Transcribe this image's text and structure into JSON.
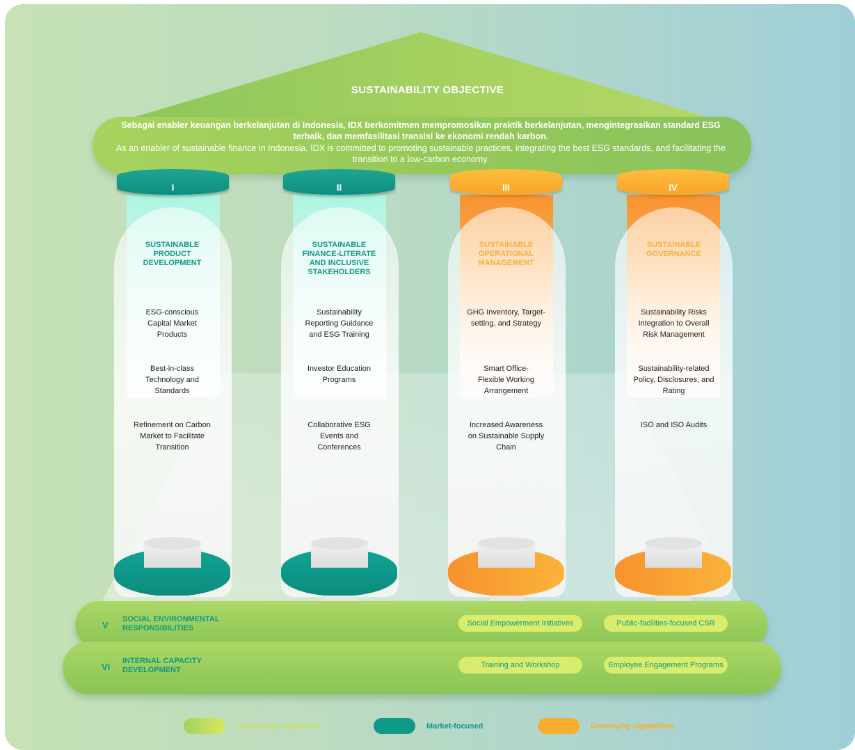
{
  "diagram": {
    "roof_title": "SUSTAINABILITY OBJECTIVE",
    "objective_id": "Sebagai enabler keuangan berkelanjutan di Indonesia, IDX berkomitmen mempromosikan praktik berkelanjutan, mengintegrasikan standard ESG terbaik, dan memfasilitasi transisi ke ekonomi rendah karbon.",
    "objective_en": "As an enabler of sustainable finance in Indonesia, IDX is committed to promoting sustainable practices, integrating the best ESG standards, and facilitating the transition to a low-carbon economy.",
    "pillars": [
      {
        "numeral": "I",
        "title": "SUSTAINABLE PRODUCT DEVELOPMENT",
        "items": [
          "ESG-conscious Capital Market Products",
          "Best-in-class Technology and Standards",
          "Refinement on Carbon Market to Facilitate Transition"
        ]
      },
      {
        "numeral": "II",
        "title": "SUSTAINABLE FINANCE-LITERATE AND INCLUSIVE STAKEHOLDERS",
        "items": [
          "Sustainability Reporting Guidance and ESG Training",
          "Investor Education Programs",
          "Collaborative ESG Events and Conferences"
        ]
      },
      {
        "numeral": "III",
        "title": "SUSTAINABLE OPERATIONAL MANAGEMENT",
        "items": [
          "GHG Inventory, Target-setting, and Strategy",
          "Smart Office-Flexible Working Arrangement",
          "Increased Awareness on Sustainable Supply Chain"
        ]
      },
      {
        "numeral": "IV",
        "title": "SUSTAINABLE GOVERNANCE",
        "items": [
          "Sustainability Risks Integration to Overall Risk Management",
          "Sustainability-related Policy, Disclosures, and Rating",
          "ISO and ISO Audits"
        ]
      }
    ],
    "foundations": [
      {
        "numeral": "V",
        "title": "SOCIAL ENVIRONMENTAL RESPONSIBILITIES",
        "chips": [
          "Social Empowerment Initiatives",
          "Public-facilities-focused CSR"
        ]
      },
      {
        "numeral": "VI",
        "title": "INTERNAL CAPACITY DEVELOPMENT",
        "chips": [
          "Training and Workshop",
          "Employee Engagement Programs"
        ]
      }
    ],
    "legend": [
      {
        "label": "Underlying capabilities",
        "color": "#c9e05f"
      },
      {
        "label": "Market-focused",
        "color": "#0f9988"
      },
      {
        "label": "Underlying capabilities",
        "color": "#f9ad30"
      }
    ]
  }
}
